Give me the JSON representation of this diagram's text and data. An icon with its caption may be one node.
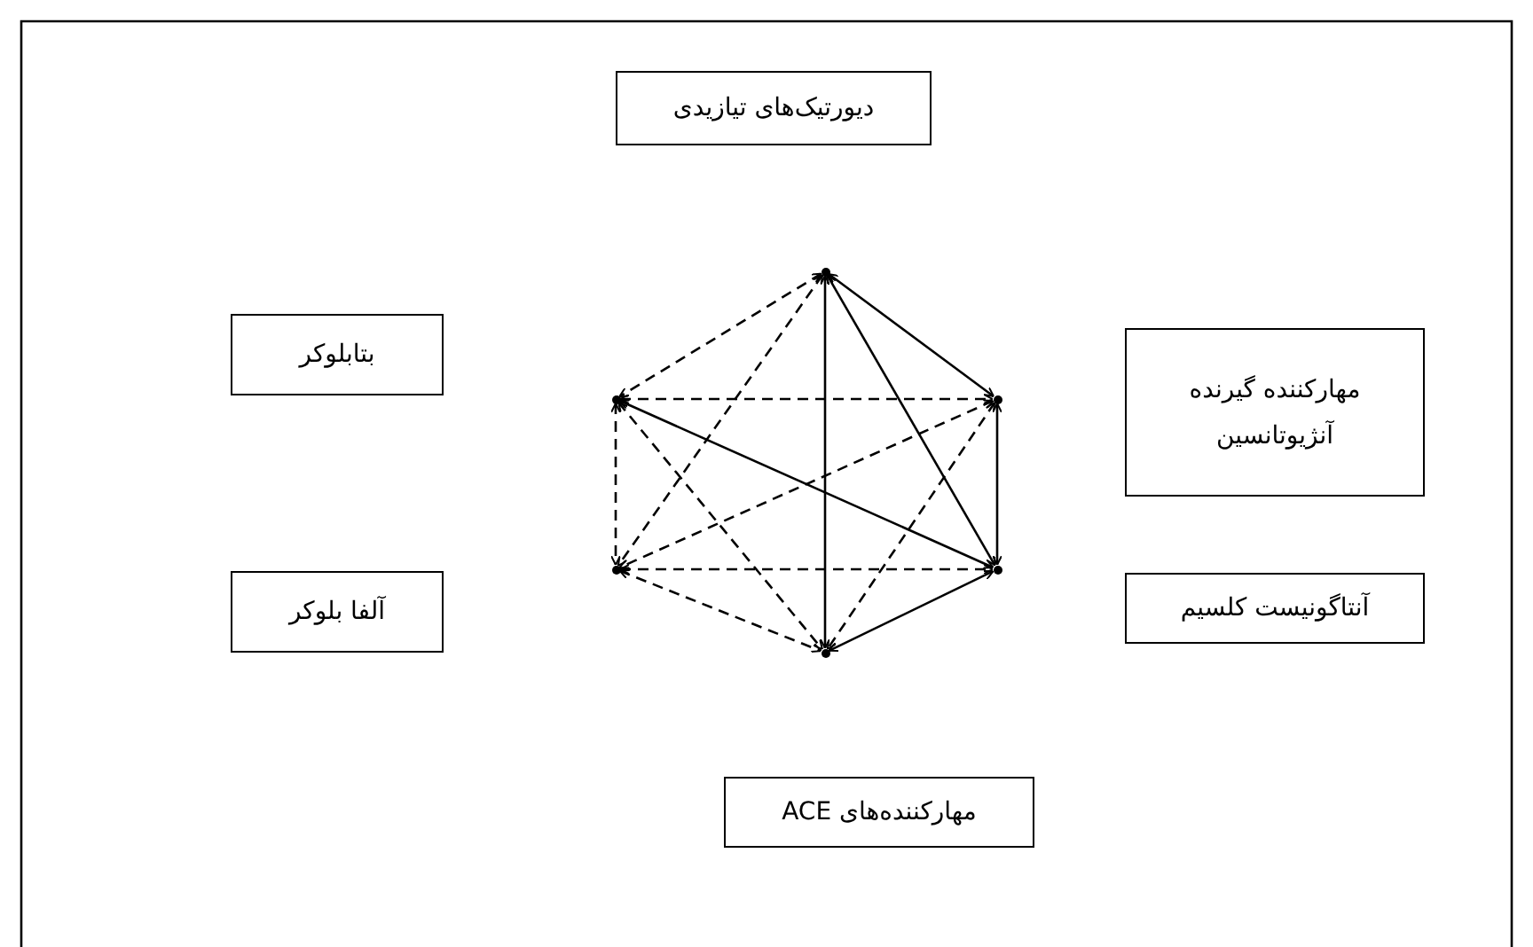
{
  "diagram": {
    "nodes": [
      {
        "text": [
          "دیورتیک‌های تیازیدی"
        ]
      },
      {
        "text": [
          "بتابلوکر"
        ]
      },
      {
        "text": [
          "مهارکننده گیرنده آنژیوتانسین"
        ]
      },
      {
        "text": [
          "آلفا بلوکر"
        ]
      },
      {
        "text": [
          "آنتاگونیست کلسیم"
        ]
      },
      {
        "text": [
          "مهارکننده‌های ACE"
        ]
      },
      {
        "text": [],
        "shape": "point"
      },
      {
        "text": [],
        "shape": "point"
      },
      {
        "text": [],
        "shape": "point"
      },
      {
        "text": [],
        "shape": "point"
      },
      {
        "text": [],
        "shape": "point"
      },
      {
        "text": [],
        "shape": "point"
      }
    ],
    "edges": [
      {
        "from": 6,
        "to": 11,
        "arrow": "both"
      },
      {
        "from": 6,
        "to": 8,
        "arrow": "both"
      },
      {
        "from": 6,
        "to": 10,
        "arrow": "both"
      },
      {
        "from": 8,
        "to": 10,
        "arrow": "both"
      },
      {
        "from": 10,
        "to": 7,
        "arrow": "both"
      },
      {
        "from": 10,
        "to": 11,
        "arrow": "both"
      },
      {
        "from": 6,
        "to": 7,
        "arrow": "both",
        "style": "dashed"
      },
      {
        "from": 6,
        "to": 9,
        "arrow": "both",
        "style": "dashed"
      },
      {
        "from": 7,
        "to": 8,
        "arrow": "both",
        "style": "dashed"
      },
      {
        "from": 7,
        "to": 9,
        "arrow": "both",
        "style": "dashed"
      },
      {
        "from": 7,
        "to": 11,
        "arrow": "both",
        "style": "dashed"
      },
      {
        "from": 8,
        "to": 9,
        "arrow": "both",
        "style": "dashed"
      },
      {
        "from": 8,
        "to": 11,
        "arrow": "both",
        "style": "dashed"
      },
      {
        "from": 9,
        "to": 10,
        "arrow": "both",
        "style": "dashed"
      },
      {
        "from": 9,
        "to": 11,
        "arrow": "both",
        "style": "dashed"
      }
    ]
  }
}
